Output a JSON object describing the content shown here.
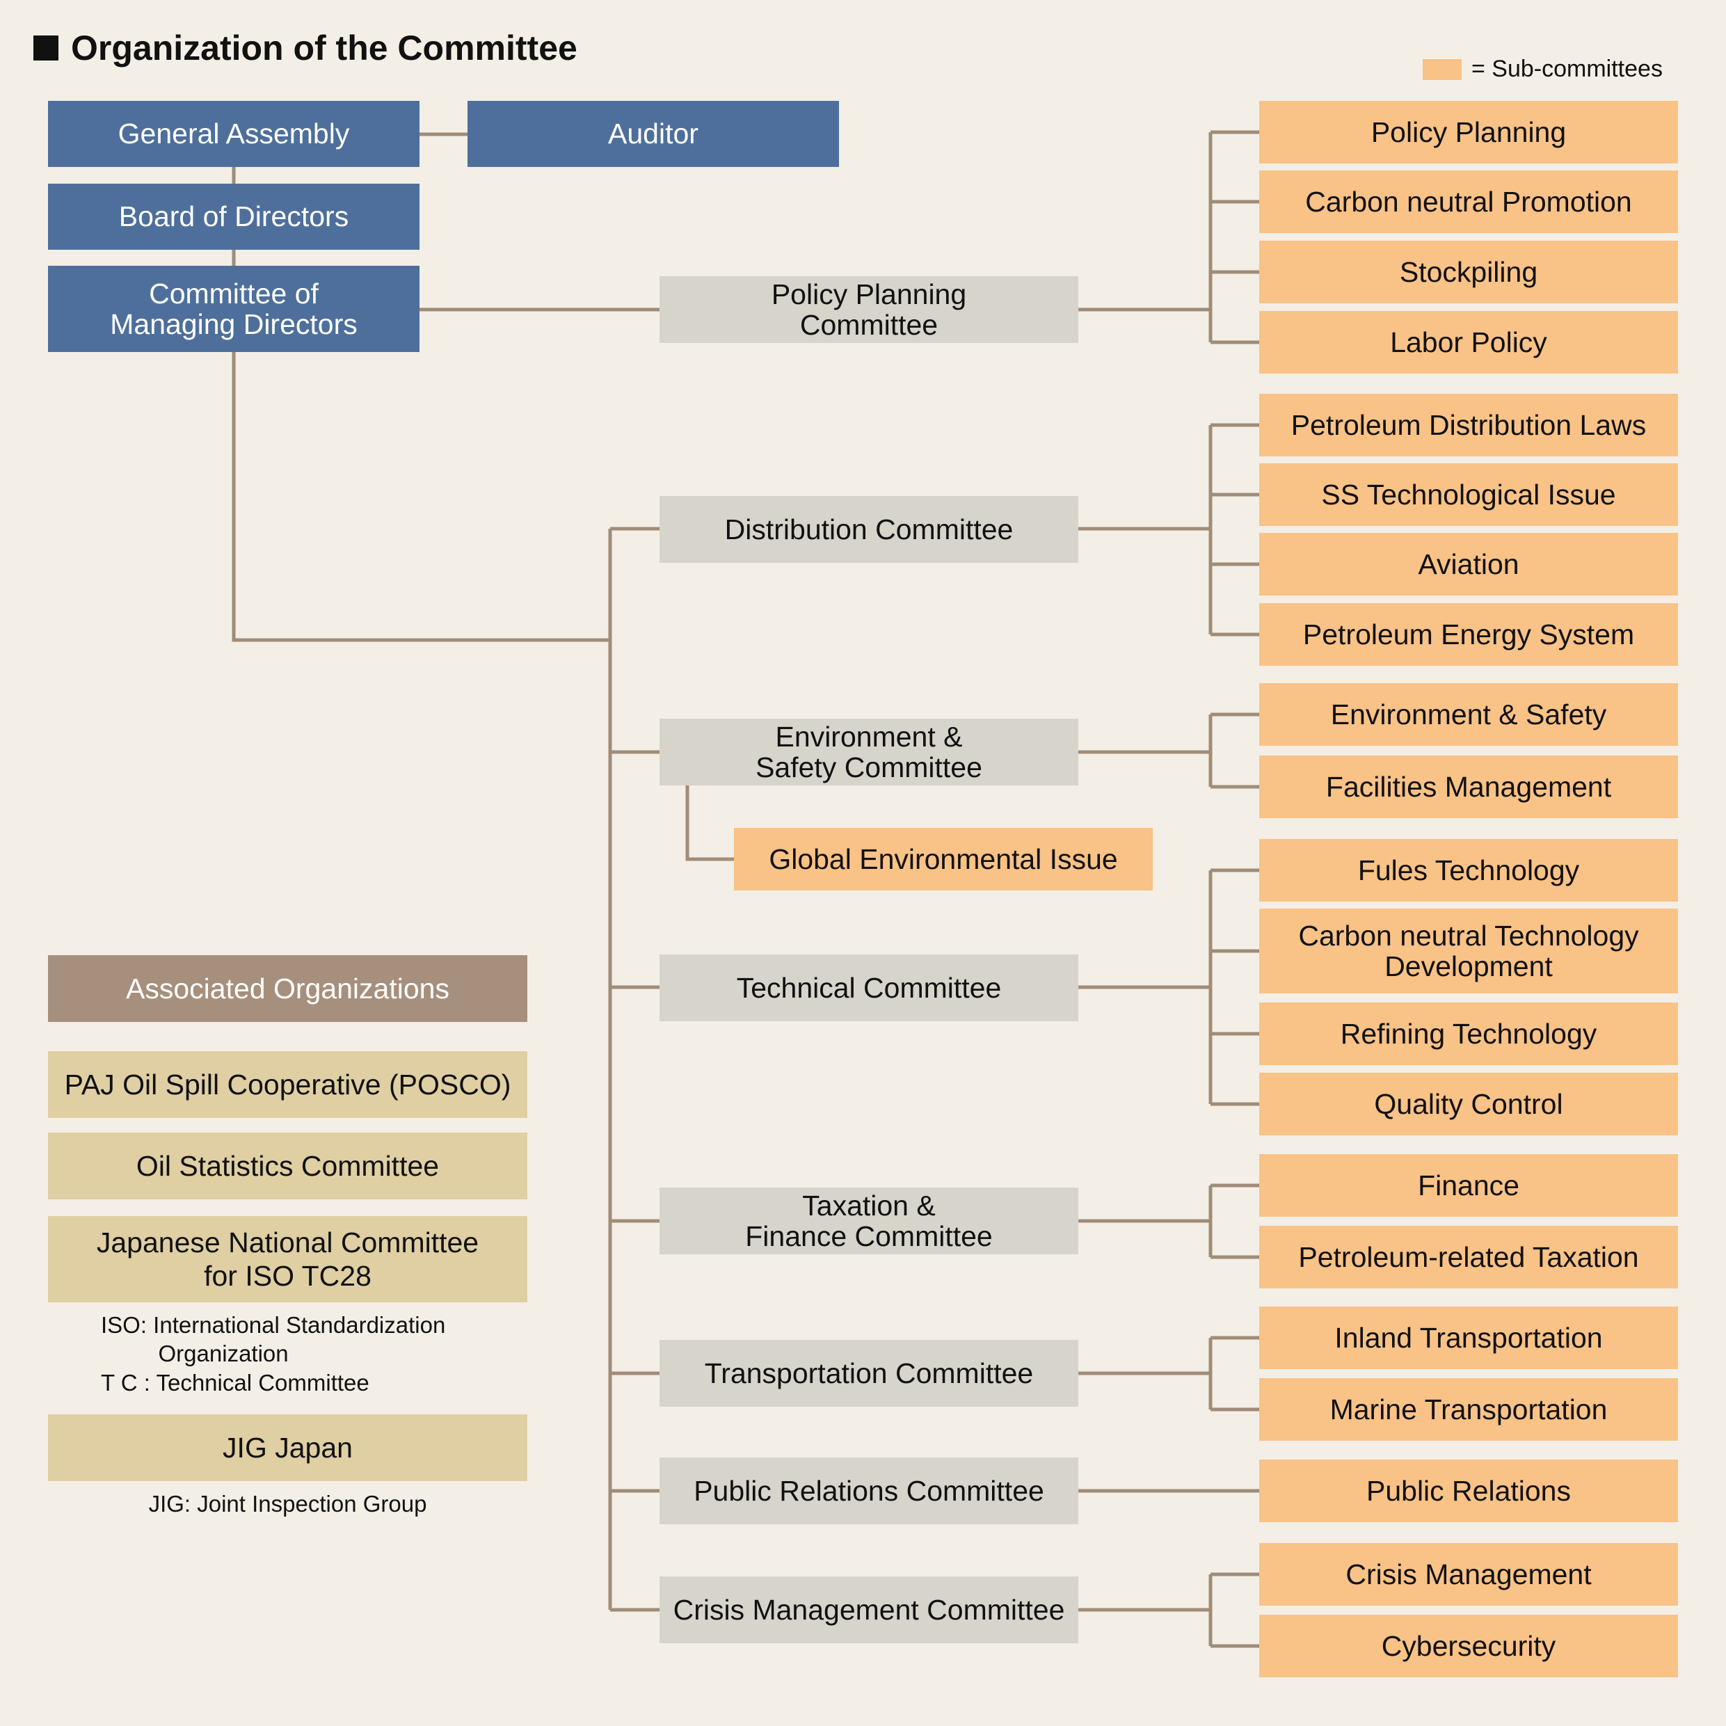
{
  "title": "Organization of the Committee",
  "legend": {
    "swatch_symbol": "",
    "text": "= Sub-committees"
  },
  "colors": {
    "executive": "#4e6f9b",
    "committee": "#d7d4cb",
    "subcommittee": "#f9c287",
    "associated_header": "#a68f7c",
    "associated_item": "#dfcfa3",
    "connector": "#a08c78",
    "background": "#f3efe6"
  },
  "executive": {
    "general_assembly": "General Assembly",
    "auditor": "Auditor",
    "board": "Board of Directors",
    "managing": "Committee of\nManaging Directors"
  },
  "committees": [
    {
      "name": "Policy Planning\nCommittee",
      "subs": [
        "Policy Planning",
        "Carbon neutral Promotion",
        "Stockpiling",
        "Labor Policy"
      ]
    },
    {
      "name": "Distribution Committee",
      "subs": [
        "Petroleum Distribution Laws",
        "SS Technological Issue",
        "Aviation",
        "Petroleum Energy System"
      ]
    },
    {
      "name": "Environment &\nSafety Committee",
      "subs": [
        "Environment & Safety",
        "Facilities Management"
      ],
      "extra": "Global Environmental Issue"
    },
    {
      "name": "Technical Committee",
      "subs": [
        "Fules Technology",
        "Carbon neutral Technology\nDevelopment",
        "Refining Technology",
        "Quality Control"
      ]
    },
    {
      "name": "Taxation &\nFinance Committee",
      "subs": [
        "Finance",
        "Petroleum-related Taxation"
      ]
    },
    {
      "name": "Transportation Committee",
      "subs": [
        "Inland Transportation",
        "Marine Transportation"
      ]
    },
    {
      "name": "Public Relations Committee",
      "subs": [
        "Public Relations"
      ]
    },
    {
      "name": "Crisis Management Committee",
      "subs": [
        "Crisis Management",
        "Cybersecurity"
      ]
    }
  ],
  "associated": {
    "header": "Associated Organizations",
    "items": [
      "PAJ Oil Spill Cooperative (POSCO)",
      "Oil Statistics Committee",
      "Japanese National Committee\nfor ISO TC28",
      "JIG Japan"
    ],
    "notes": {
      "iso": "ISO: International Standardization\n         Organization\nT C : Technical Committee",
      "jig": "JIG: Joint Inspection Group"
    }
  }
}
